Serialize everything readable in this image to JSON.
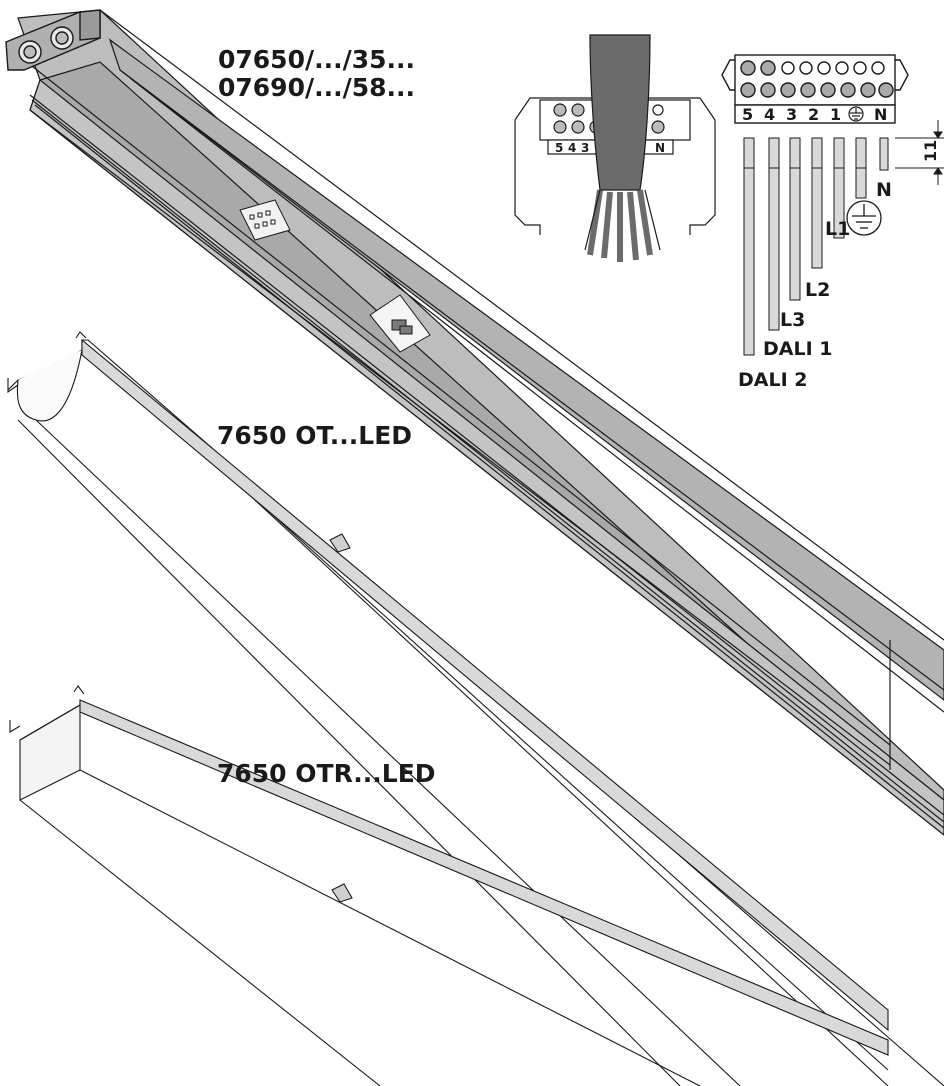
{
  "labels": {
    "code_1": "07650/.../35...",
    "code_2": "07690/.../58...",
    "cover_ot": "7650 OT...LED",
    "cover_otr": "7650 OTR...LED"
  },
  "terminal_numbers_small": [
    "5",
    "4",
    "3",
    "N"
  ],
  "terminal_numbers": [
    "5",
    "4",
    "3",
    "2",
    "1",
    "N"
  ],
  "wires": [
    "N",
    "L1",
    "L2",
    "L3",
    "DALI 1",
    "DALI 2"
  ],
  "dimension": "11",
  "colors": {
    "line": "#1a1a1a",
    "rail_fill": "#c8c8c8",
    "rail_dark": "#a9a9a9",
    "cable": "#6b6b6b"
  },
  "icons": [
    "earth-ground-icon"
  ]
}
